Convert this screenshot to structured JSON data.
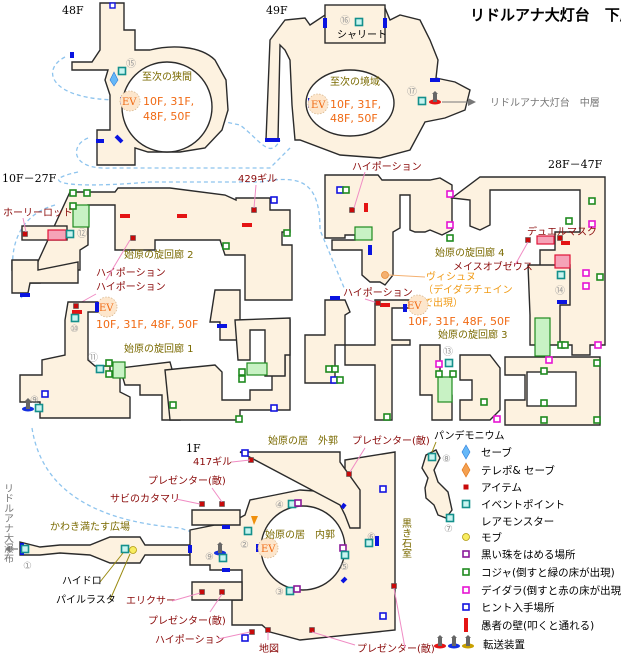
{
  "title": "リドルアナ大灯台　下層",
  "floors": {
    "f48": "48F",
    "f49": "49F",
    "f10_27": "10F－27F",
    "f28_47": "28F－47F",
    "f1": "1F"
  },
  "areas": {
    "kyokan": "至次の狭間",
    "kyoiki": "至次の境域",
    "shari": "シャリート",
    "corridor1": "始原の旋回廊 1",
    "corridor2": "始原の旋回廊 2",
    "corridor3": "始原の旋回廊 3",
    "corridor4": "始原の旋回廊 4",
    "outer": "始原の居　外郭",
    "inner": "始原の居　内郭",
    "plaza": "かわき満たす広場",
    "blackroom": "黒き石室"
  },
  "elevator": {
    "label": "EV",
    "floors_line1": "10F, 31F,",
    "floors_line2": "48F, 50F",
    "floors_oneline": "10F, 31F, 48F, 50F"
  },
  "exits": {
    "middle_layer": "リドルアナ大灯台　中層",
    "waterfall": "リドルアナ大瀑布"
  },
  "items": {
    "holy_rod": "ホーリーロッド",
    "gil429": "429ギル",
    "hipotion_a": "ハイポーション",
    "hipotion_b": "ハイポーション",
    "hipotion_c": "ハイポーション",
    "hipotion_d": "ハイポーション",
    "hipotion_1f": "ハイポーション",
    "duel_mask": "デュエルマスク",
    "mace_of_zeus": "メイスオブゼウス",
    "gil417": "417ギル",
    "presenter1": "プレゼンター(敵)",
    "presenter2": "プレゼンター(敵)",
    "presenter3": "プレゼンター(敵)",
    "presenter4": "プレゼンター(敵)",
    "sabi": "サビのカタマリ",
    "elixir": "エリクサー",
    "map": "地図"
  },
  "monsters": {
    "vishnu": "ヴィシュヌ",
    "vishnu_note1": "（デイダラチェイン",
    "vishnu_note2": "で出現）",
    "hydro": "ハイドロ",
    "pile_rasta": "パイルラスタ",
    "pandemonium": "パンデモニウム"
  },
  "points": [
    "①",
    "②",
    "③",
    "④",
    "⑤",
    "⑥",
    "⑦",
    "⑧",
    "⑨",
    "⑩",
    "⑪",
    "⑫",
    "⑬",
    "⑭",
    "⑮",
    "⑯",
    "⑰"
  ],
  "legend": [
    {
      "icon": "save-crystal-icon",
      "label": "セーブ"
    },
    {
      "icon": "teleport-save-crystal-icon",
      "label": "テレポ& セーブ"
    },
    {
      "icon": "item-icon",
      "label": "アイテム"
    },
    {
      "icon": "event-point-icon",
      "label": "イベントポイント"
    },
    {
      "icon": "rare-monster-icon",
      "label": "レアモンスター"
    },
    {
      "icon": "mob-icon",
      "label": "モブ"
    },
    {
      "icon": "black-orb-icon",
      "label": "黒い珠をはめる場所"
    },
    {
      "icon": "koja-icon",
      "label": "コジャ(倒すと緑の床が出現)"
    },
    {
      "icon": "deidara-icon",
      "label": "デイダラ(倒すと赤の床が出現)"
    },
    {
      "icon": "hint-icon",
      "label": "ヒント入手場所"
    },
    {
      "icon": "fools-wall-icon",
      "label": "愚者の壁(叩くと通れる)"
    },
    {
      "icon": "teleporter-icon",
      "label": "転送装置"
    }
  ],
  "colors": {
    "floor_fill": "#fdf2e0",
    "door": "#0a14e0",
    "fools_wall": "#e41414",
    "item": "#c80a0a",
    "event": "#14a0a0",
    "koja": "#1f8a1f",
    "deidara": "#e614d2",
    "black_orb": "#8a1a9a",
    "hint": "#1414e0",
    "mob": "#f0e050"
  }
}
